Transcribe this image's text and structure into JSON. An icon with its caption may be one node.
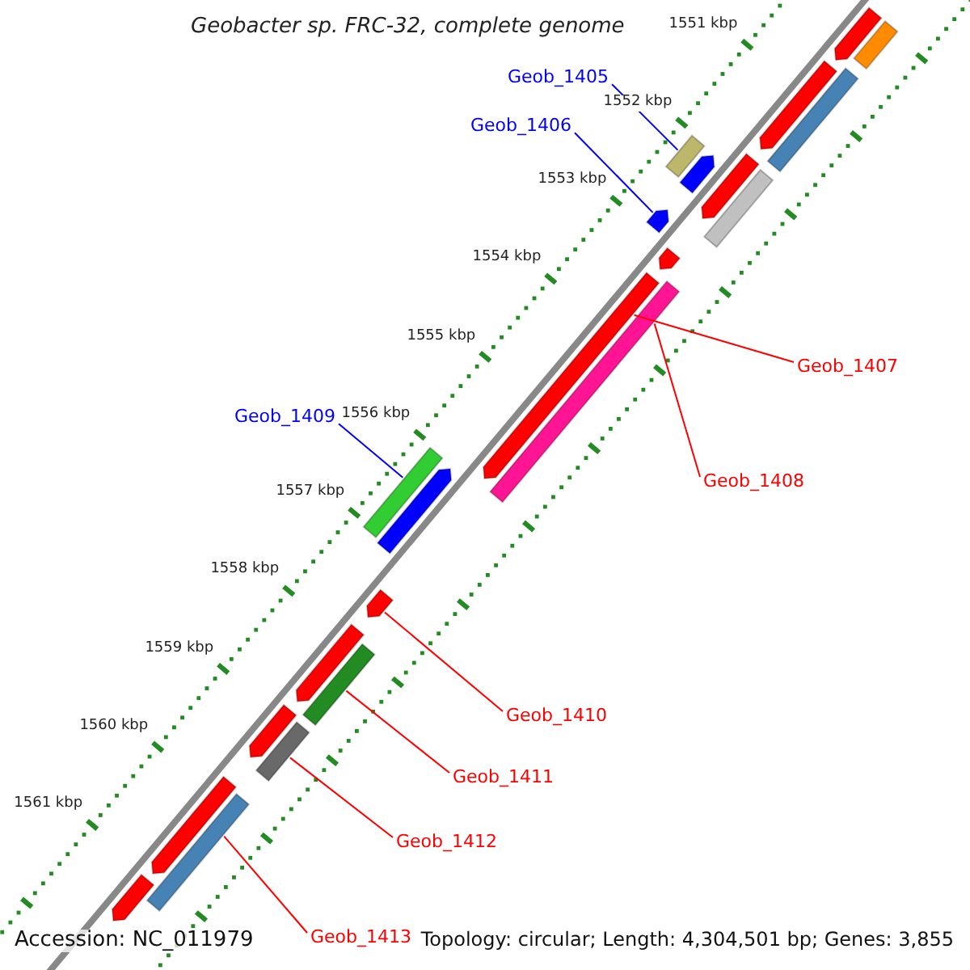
{
  "diagram": {
    "title": "Geobacter sp. FRC-32, complete genome",
    "nodes": [
      {
        "text": [
          "Geob_1405"
        ]
      },
      {
        "text": [
          "Geob_1406"
        ]
      },
      {
        "text": [
          "Geob_1407"
        ]
      },
      {
        "text": [
          "Geob_1408"
        ]
      },
      {
        "text": [
          "Geob_1409"
        ]
      },
      {
        "text": [
          "Geob_1410"
        ]
      },
      {
        "text": [
          "Geob_1411"
        ]
      },
      {
        "text": [
          "Geob_1412"
        ]
      },
      {
        "text": [
          "Geob_1413"
        ]
      },
      {
        "text": [],
        "shape": "bar"
      },
      {
        "text": [],
        "shape": "bar"
      },
      {
        "text": [],
        "shape": "bar"
      },
      {
        "text": [],
        "shape": "bar"
      },
      {
        "text": [],
        "shape": "bar"
      },
      {
        "text": [],
        "shape": "bar"
      },
      {
        "text": [],
        "shape": "bar"
      },
      {
        "text": [],
        "shape": "bar"
      },
      {
        "text": [],
        "shape": "bar"
      },
      {
        "text": [],
        "shape": "bar"
      },
      {
        "text": [],
        "shape": "bar"
      },
      {
        "text": [],
        "shape": "bar"
      },
      {
        "text": [],
        "shape": "bar"
      },
      {
        "text": [],
        "shape": "bar"
      },
      {
        "text": [],
        "shape": "bar"
      },
      {
        "text": [],
        "shape": "bar"
      },
      {
        "text": [],
        "shape": "bar"
      },
      {
        "text": [],
        "shape": "bar"
      },
      {
        "text": [],
        "shape": "bar"
      },
      {
        "text": [],
        "shape": "bar"
      },
      {
        "text": [],
        "shape": "bar"
      },
      {
        "text": [],
        "shape": "bar"
      }
    ],
    "edges": [
      {
        "from": 0,
        "to": 15,
        "arrow": "none",
        "color": "#0000ff"
      },
      {
        "from": 1,
        "to": 17,
        "arrow": "none",
        "color": "#0000ff"
      },
      {
        "from": 2,
        "to": 19,
        "arrow": "none"
      },
      {
        "from": 3,
        "to": 20,
        "arrow": "none"
      },
      {
        "from": 4,
        "to": 21,
        "arrow": "none",
        "color": "#0000ff"
      },
      {
        "from": 5,
        "to": 23,
        "arrow": "none"
      },
      {
        "from": 6,
        "to": 25,
        "arrow": "none"
      },
      {
        "from": 7,
        "to": 27,
        "arrow": "none"
      },
      {
        "from": 8,
        "to": 29,
        "arrow": "none"
      }
    ],
    "labels": [
      "1551 kbp",
      "1552 kbp",
      "1553 kbp",
      "1554 kbp",
      "1555 kbp",
      "1556 kbp",
      "1557 kbp",
      "1558 kbp",
      "1559 kbp",
      "1560 kbp",
      "1561 kbp",
      "Accession: NC_011979",
      "Topology: circular; Length: 4,304,501 bp; Genes: 3,855"
    ]
  }
}
